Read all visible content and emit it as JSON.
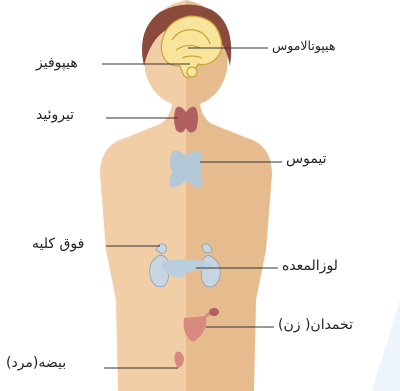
{
  "labels": {
    "hypothalamus": "هیپوتالاموس",
    "pituitary": "هیپوفیز",
    "thyroid": "تیروئید",
    "thymus": "تیموس",
    "adrenal": "فوق کلیه",
    "pancreas": "لوزالمعده",
    "ovary": "تخمدان( زن)",
    "testis": "بیضه(مرد)"
  },
  "colors": {
    "skin_light": "#f1cea6",
    "skin_dark": "#e6bc8e",
    "hair": "#8a4a3c",
    "brain": "#f8e49a",
    "brain_outline": "#c9a23a",
    "thyroid": "#b06061",
    "thymus": "#b3c8d6",
    "kidney": "#c7d6e2",
    "pancreas": "#b9cfdd",
    "ovary": "#d98a80",
    "line": "#333333"
  }
}
